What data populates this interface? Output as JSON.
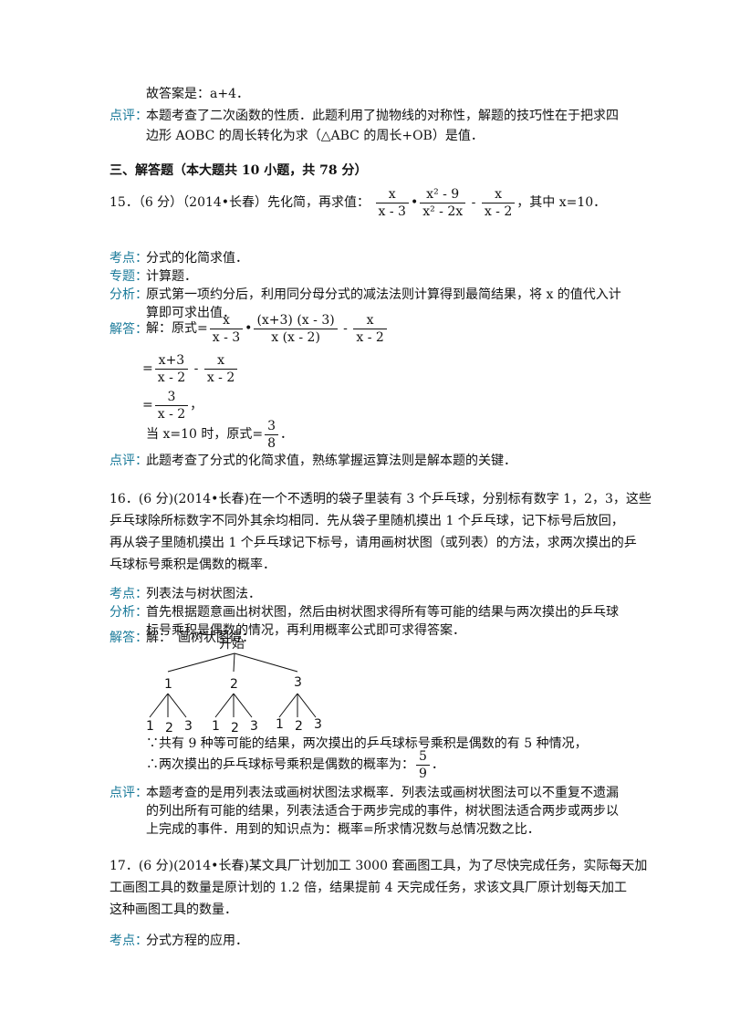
{
  "prev": {
    "answer_line": "故答案是：a+4．",
    "comment_label": "点评：",
    "comment_line1": "本题考查了二次函数的性质．此题利用了抛物线的对称性，解题的技巧性在于把求四",
    "comment_line2": "边形 AOBC 的周长转化为求（△ABC 的周长+OB）是值．"
  },
  "section_title": "三、解答题（本大题共 10 小题，共 78 分）",
  "q15": {
    "stem_prefix": "15．（6 分）（2014•长春）先化简，再求值：",
    "t1_num": "x",
    "t1_den": "x - 3",
    "dot": "•",
    "t2_num": "x² - 9",
    "t2_den": "x² - 2x",
    "minus": "-",
    "t3_num": "x",
    "t3_den": "x - 2",
    "stem_suffix": "，其中 x=10．",
    "kd_label": "考点：",
    "kd": "分式的化简求值．",
    "zt_label": "专题：",
    "zt": "计算题．",
    "fx_label": "分析：",
    "fx1": "原式第一项约分后，利用同分母分式的减法法则计算得到最简结果，将 x 的值代入计",
    "fx2": "算即可求出值．",
    "jd_label": "解答：",
    "s1_prefix": "解：原式=",
    "s1_a_num": "x",
    "s1_a_den": "x - 3",
    "s1_b_num": "(x+3) (x - 3)",
    "s1_b_den": "x (x - 2)",
    "s1_c_num": "x",
    "s1_c_den": "x - 2",
    "s2_prefix": "=",
    "s2_a_num": "x+3",
    "s2_a_den": "x - 2",
    "s2_b_num": "x",
    "s2_b_den": "x - 2",
    "s3_prefix": "=",
    "s3_num": "3",
    "s3_den": "x - 2",
    "s3_suffix": "，",
    "s4_prefix": "当 x=10 时，原式=",
    "s4_num": "3",
    "s4_den": "8",
    "s4_suffix": "．",
    "dp_label": "点评：",
    "dp": "此题考查了分式的化简求值，熟练掌握运算法则是解本题的关键．"
  },
  "q16": {
    "stem1": "16．(6 分)(2014•长春)在一个不透明的袋子里装有 3 个乒乓球，分别标有数字 1，2，3，这些",
    "stem2": "乒乓球除所标数字不同外其余均相同．先从袋子里随机摸出 1 个乒乓球，记下标号后放回，",
    "stem3": "再从袋子里随机摸出 1 个乒乓球记下标号，请用画树状图（或列表）的方法，求两次摸出的乒",
    "stem4": "乓球标号乘积是偶数的概率．",
    "kd_label": "考点：",
    "kd": "列表法与树状图法．",
    "fx_label": "分析：",
    "fx1": "首先根据题意画出树状图，然后由树状图求得所有等可能的结果与两次摸出的乒乓球",
    "fx2": "标号乘积是偶数的情况，再利用概率公式即可求得答案．",
    "jd_label": "解答：",
    "jd1": "解：　画树状图得：",
    "tree_root": "开始",
    "tree_level1": [
      "1",
      "2",
      "3"
    ],
    "tree_leaf": [
      "1",
      "2",
      "3"
    ],
    "r1": "∵共有 9 种等可能的结果，两次摸出的乒乓球标号乘积是偶数的有 5 种情况，",
    "r2_prefix": "∴两次摸出的乒乓球标号乘积是偶数的概率为：",
    "r2_num": "5",
    "r2_den": "9",
    "r2_suffix": "．",
    "dp_label": "点评：",
    "dp1": "本题考查的是用列表法或画树状图法求概率．列表法或画树状图法可以不重复不遗漏",
    "dp2": "的列出所有可能的结果，列表法适合于两步完成的事件，树状图法适合两步或两步以",
    "dp3": "上完成的事件．用到的知识点为：概率=所求情况数与总情况数之比．"
  },
  "q17": {
    "stem1": "17．(6 分)(2014•长春)某文具厂计划加工 3000 套画图工具，为了尽快完成任务，实际每天加",
    "stem2": "工画图工具的数量是原计划的 1.2 倍，结果提前 4 天完成任务，求该文具厂原计划每天加工",
    "stem3": "这种画图工具的数量．",
    "kd_label": "考点：",
    "kd": "分式方程的应用．"
  }
}
